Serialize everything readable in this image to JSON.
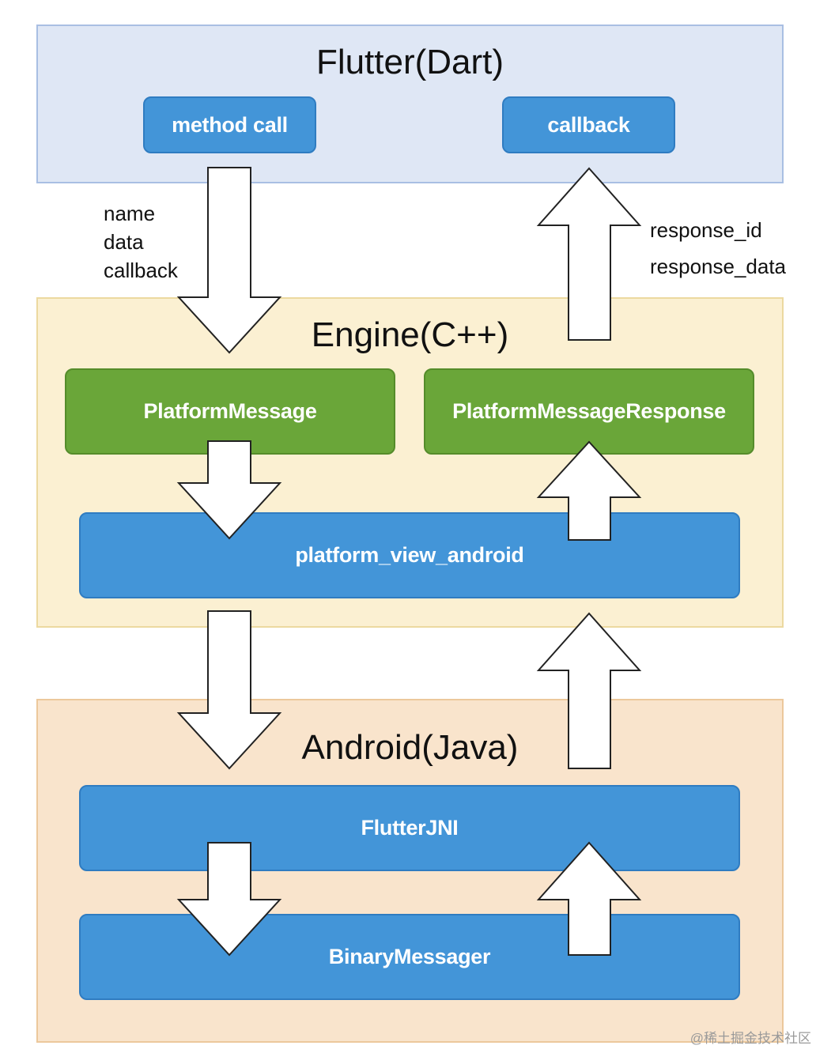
{
  "layers": {
    "flutter": {
      "title": "Flutter(Dart)"
    },
    "engine": {
      "title": "Engine(C++)"
    },
    "android": {
      "title": "Android(Java)"
    }
  },
  "boxes": {
    "method_call": "method  call",
    "callback": "callback",
    "platform_message": "PlatformMessage",
    "platform_message_response": "PlatformMessageResponse",
    "platform_view_android": "platform_view_android",
    "flutter_jni": "FlutterJNI",
    "binary_messager": "BinaryMessager"
  },
  "labels": {
    "request_fields": [
      "name",
      "data",
      "callback"
    ],
    "response_fields": [
      "response_id",
      "response_data"
    ]
  },
  "watermark": "@稀土掘金技术社区",
  "colors": {
    "flutter_bg": "#dfe7f5",
    "engine_bg": "#fbf0d2",
    "android_bg": "#f9e4cc",
    "blue_box": "#4395d8",
    "green_box": "#6aa639"
  }
}
